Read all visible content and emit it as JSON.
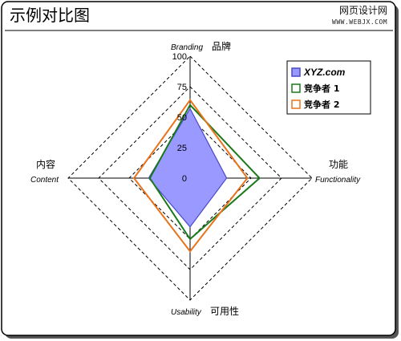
{
  "title": "示例对比图",
  "watermark": {
    "main": "网页设计网",
    "sub": "WWW.WEBJX.COM"
  },
  "chart_data": {
    "type": "radar",
    "axes": [
      {
        "en": "Branding",
        "cn": "品牌"
      },
      {
        "en": "Functionality",
        "cn": "功能"
      },
      {
        "en": "Usability",
        "cn": "可用性"
      },
      {
        "en": "Content",
        "cn": "内容"
      }
    ],
    "range": [
      0,
      100
    ],
    "ticks": [
      0,
      25,
      50,
      75,
      100
    ],
    "series": [
      {
        "name": "XYZ.com",
        "values": [
          57,
          30,
          40,
          34
        ],
        "fill": "#9999ff",
        "stroke": "#4a4acc"
      },
      {
        "name": "竞争者 1",
        "values": [
          60,
          57,
          50,
          33
        ],
        "fill": "none",
        "stroke": "#1a7a1a"
      },
      {
        "name": "竞争者 2",
        "values": [
          64,
          47,
          60,
          46
        ],
        "fill": "none",
        "stroke": "#e8741c"
      }
    ],
    "legend_position": "top-right",
    "grid": true
  }
}
